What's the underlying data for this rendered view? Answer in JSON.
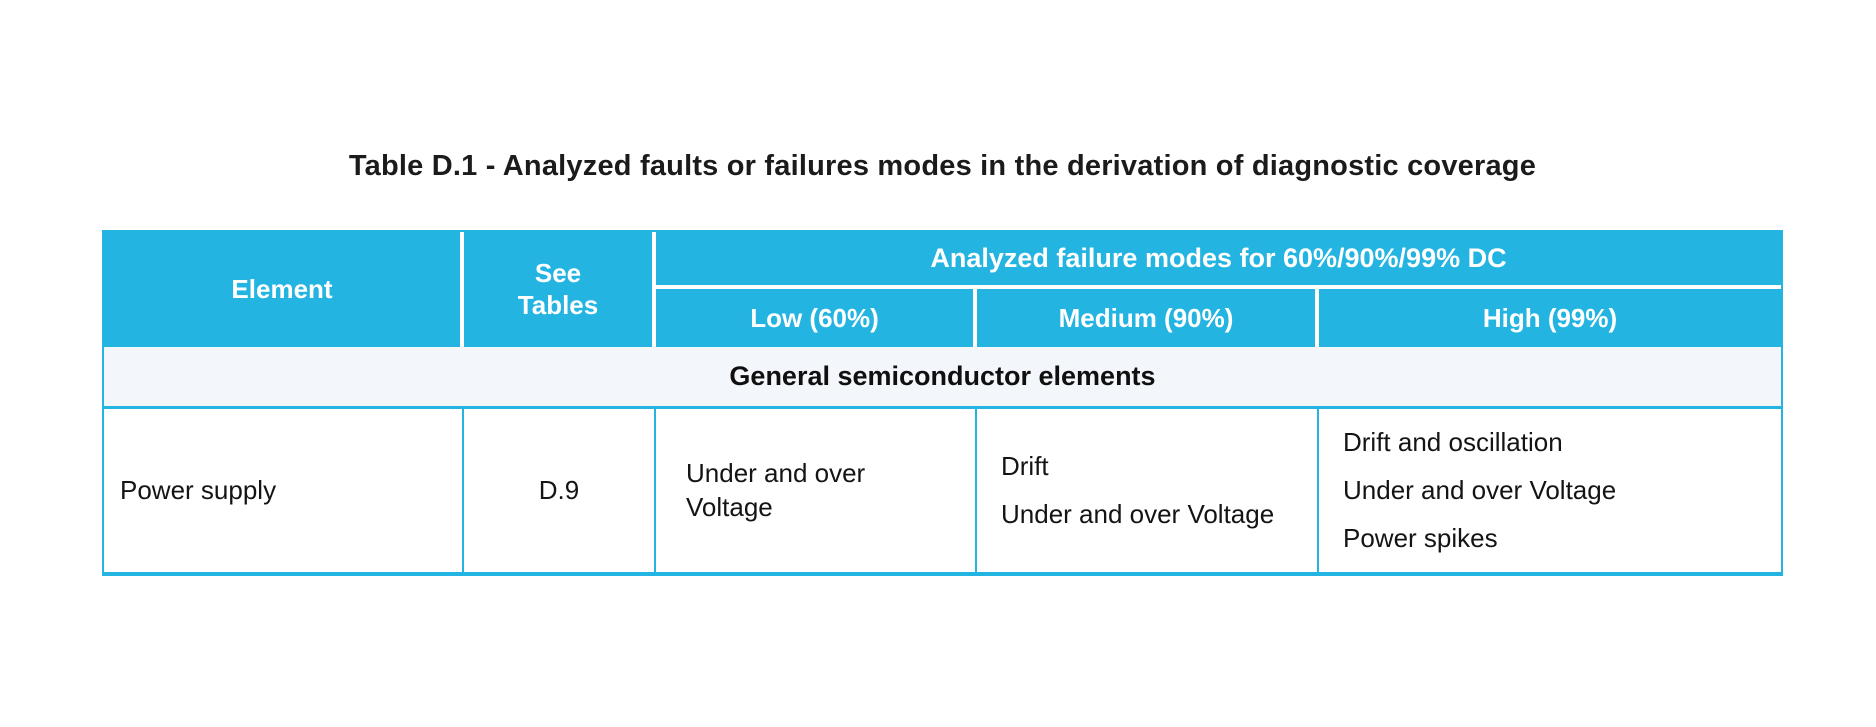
{
  "title": "Table D.1 - Analyzed faults or failures modes in the derivation of diagnostic coverage",
  "colors": {
    "header_bg": "#23b4e1",
    "header_text": "#ffffff",
    "section_bg": "#f3f7fb",
    "body_text": "#141414",
    "grid_border": "#23b4e1",
    "header_divider": "#ffffff"
  },
  "table": {
    "header": {
      "element": "Element",
      "see_tables": "See Tables",
      "group": "Analyzed failure modes for 60%/90%/99% DC",
      "low": "Low (60%)",
      "medium": "Medium (90%)",
      "high": "High (99%)"
    },
    "section_label": "General semiconductor elements",
    "rows": [
      {
        "element": "Power supply",
        "see_tables": "D.9",
        "low": [
          "Under and over Voltage"
        ],
        "medium": [
          "Drift",
          "Under and over Voltage"
        ],
        "high": [
          "Drift and oscillation",
          "Under and over Voltage",
          "Power spikes"
        ]
      }
    ]
  }
}
